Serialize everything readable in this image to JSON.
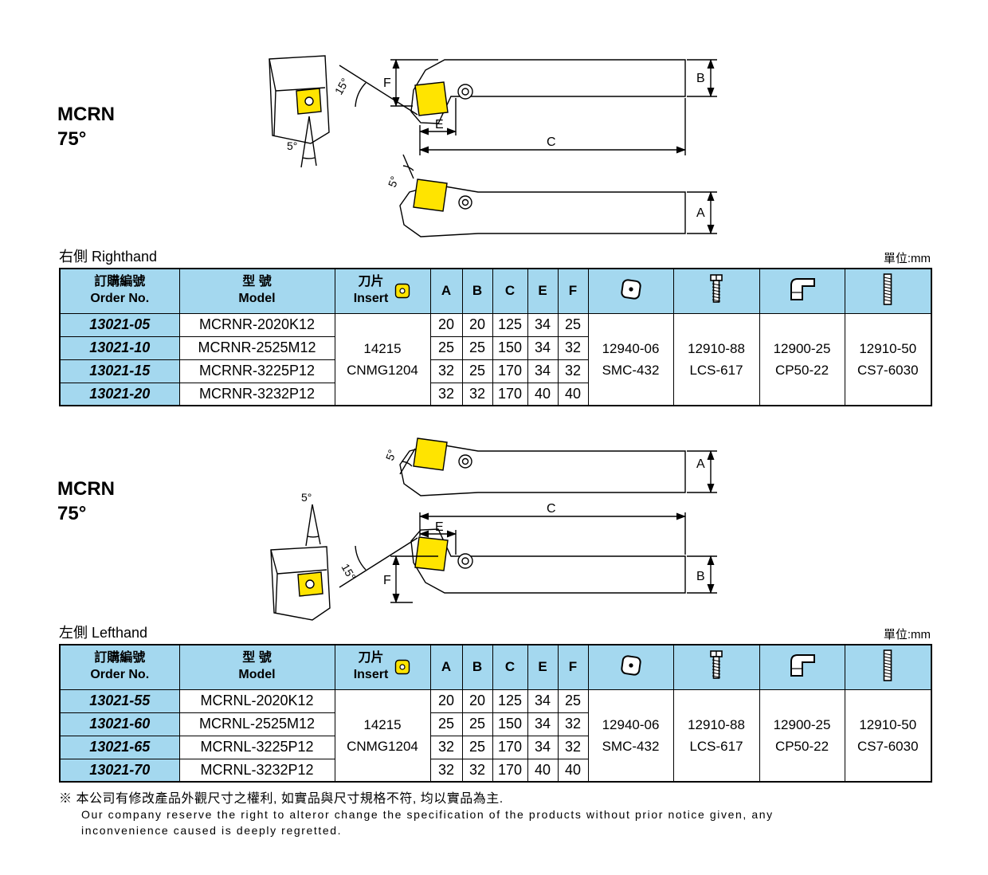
{
  "sections": {
    "right": {
      "product": "MCRN",
      "angle": "75°",
      "side_label": "右側 Righthand",
      "unit_label": "單位:mm"
    },
    "left": {
      "product": "MCRN",
      "angle": "75°",
      "side_label": "左側 Lefthand",
      "unit_label": "單位:mm"
    }
  },
  "diagram_labels": {
    "A": "A",
    "B": "B",
    "C": "C",
    "E": "E",
    "F": "F",
    "angle15": "15°",
    "angle5": "5°"
  },
  "table": {
    "headers": {
      "order_zh": "訂購編號",
      "order_en": "Order No.",
      "model_zh": "型 號",
      "model_en": "Model",
      "insert_zh": "刀片",
      "insert_en": "Insert",
      "dim_a": "A",
      "dim_b": "B",
      "dim_c": "C",
      "dim_e": "E",
      "dim_f": "F"
    },
    "part_icons": [
      "insert-shape-icon",
      "screw-icon",
      "clamp-icon",
      "threaded-stud-icon"
    ]
  },
  "right_table": {
    "insert_line1": "14215",
    "insert_line2": "CNMG1204",
    "rows": [
      {
        "order": "13021-05",
        "model": "MCRNR-2020K12",
        "a": "20",
        "b": "20",
        "c": "125",
        "e": "34",
        "f": "25"
      },
      {
        "order": "13021-10",
        "model": "MCRNR-2525M12",
        "a": "25",
        "b": "25",
        "c": "150",
        "e": "34",
        "f": "32"
      },
      {
        "order": "13021-15",
        "model": "MCRNR-3225P12",
        "a": "32",
        "b": "25",
        "c": "170",
        "e": "34",
        "f": "32"
      },
      {
        "order": "13021-20",
        "model": "MCRNR-3232P12",
        "a": "32",
        "b": "32",
        "c": "170",
        "e": "40",
        "f": "40"
      }
    ],
    "parts": [
      {
        "line1": "12940-06",
        "line2": "SMC-432"
      },
      {
        "line1": "12910-88",
        "line2": "LCS-617"
      },
      {
        "line1": "12900-25",
        "line2": "CP50-22"
      },
      {
        "line1": "12910-50",
        "line2": "CS7-6030"
      }
    ]
  },
  "left_table": {
    "insert_line1": "14215",
    "insert_line2": "CNMG1204",
    "rows": [
      {
        "order": "13021-55",
        "model": "MCRNL-2020K12",
        "a": "20",
        "b": "20",
        "c": "125",
        "e": "34",
        "f": "25"
      },
      {
        "order": "13021-60",
        "model": "MCRNL-2525M12",
        "a": "25",
        "b": "25",
        "c": "150",
        "e": "34",
        "f": "32"
      },
      {
        "order": "13021-65",
        "model": "MCRNL-3225P12",
        "a": "32",
        "b": "25",
        "c": "170",
        "e": "34",
        "f": "32"
      },
      {
        "order": "13021-70",
        "model": "MCRNL-3232P12",
        "a": "32",
        "b": "32",
        "c": "170",
        "e": "40",
        "f": "40"
      }
    ],
    "parts": [
      {
        "line1": "12940-06",
        "line2": "SMC-432"
      },
      {
        "line1": "12910-88",
        "line2": "LCS-617"
      },
      {
        "line1": "12900-25",
        "line2": "CP50-22"
      },
      {
        "line1": "12910-50",
        "line2": "CS7-6030"
      }
    ]
  },
  "footer": {
    "marker": "※",
    "line1_zh": "本公司有修改產品外觀尺寸之權利, 如實品與尺寸規格不符, 均以實品為主.",
    "line2_en": "Our company reserve the right to alteror change the specification of the products without prior notice given, any",
    "line3_en": "inconvenience caused is deeply regretted."
  },
  "colors": {
    "header_blue": "#a4d8ef",
    "insert_yellow": "#ffe400"
  }
}
